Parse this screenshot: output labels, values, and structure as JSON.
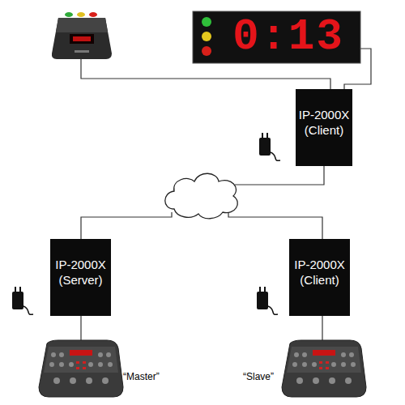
{
  "diagram": {
    "nodes": [
      {
        "text": [
          "IP-2000X (Client)"
        ]
      },
      {
        "text": [
          "IP-2000X (Server)"
        ]
      },
      {
        "text": [
          "IP-2000X (Client)"
        ]
      }
    ],
    "labels": [
      "0:13",
      "“Master”",
      "“Slave”"
    ]
  }
}
